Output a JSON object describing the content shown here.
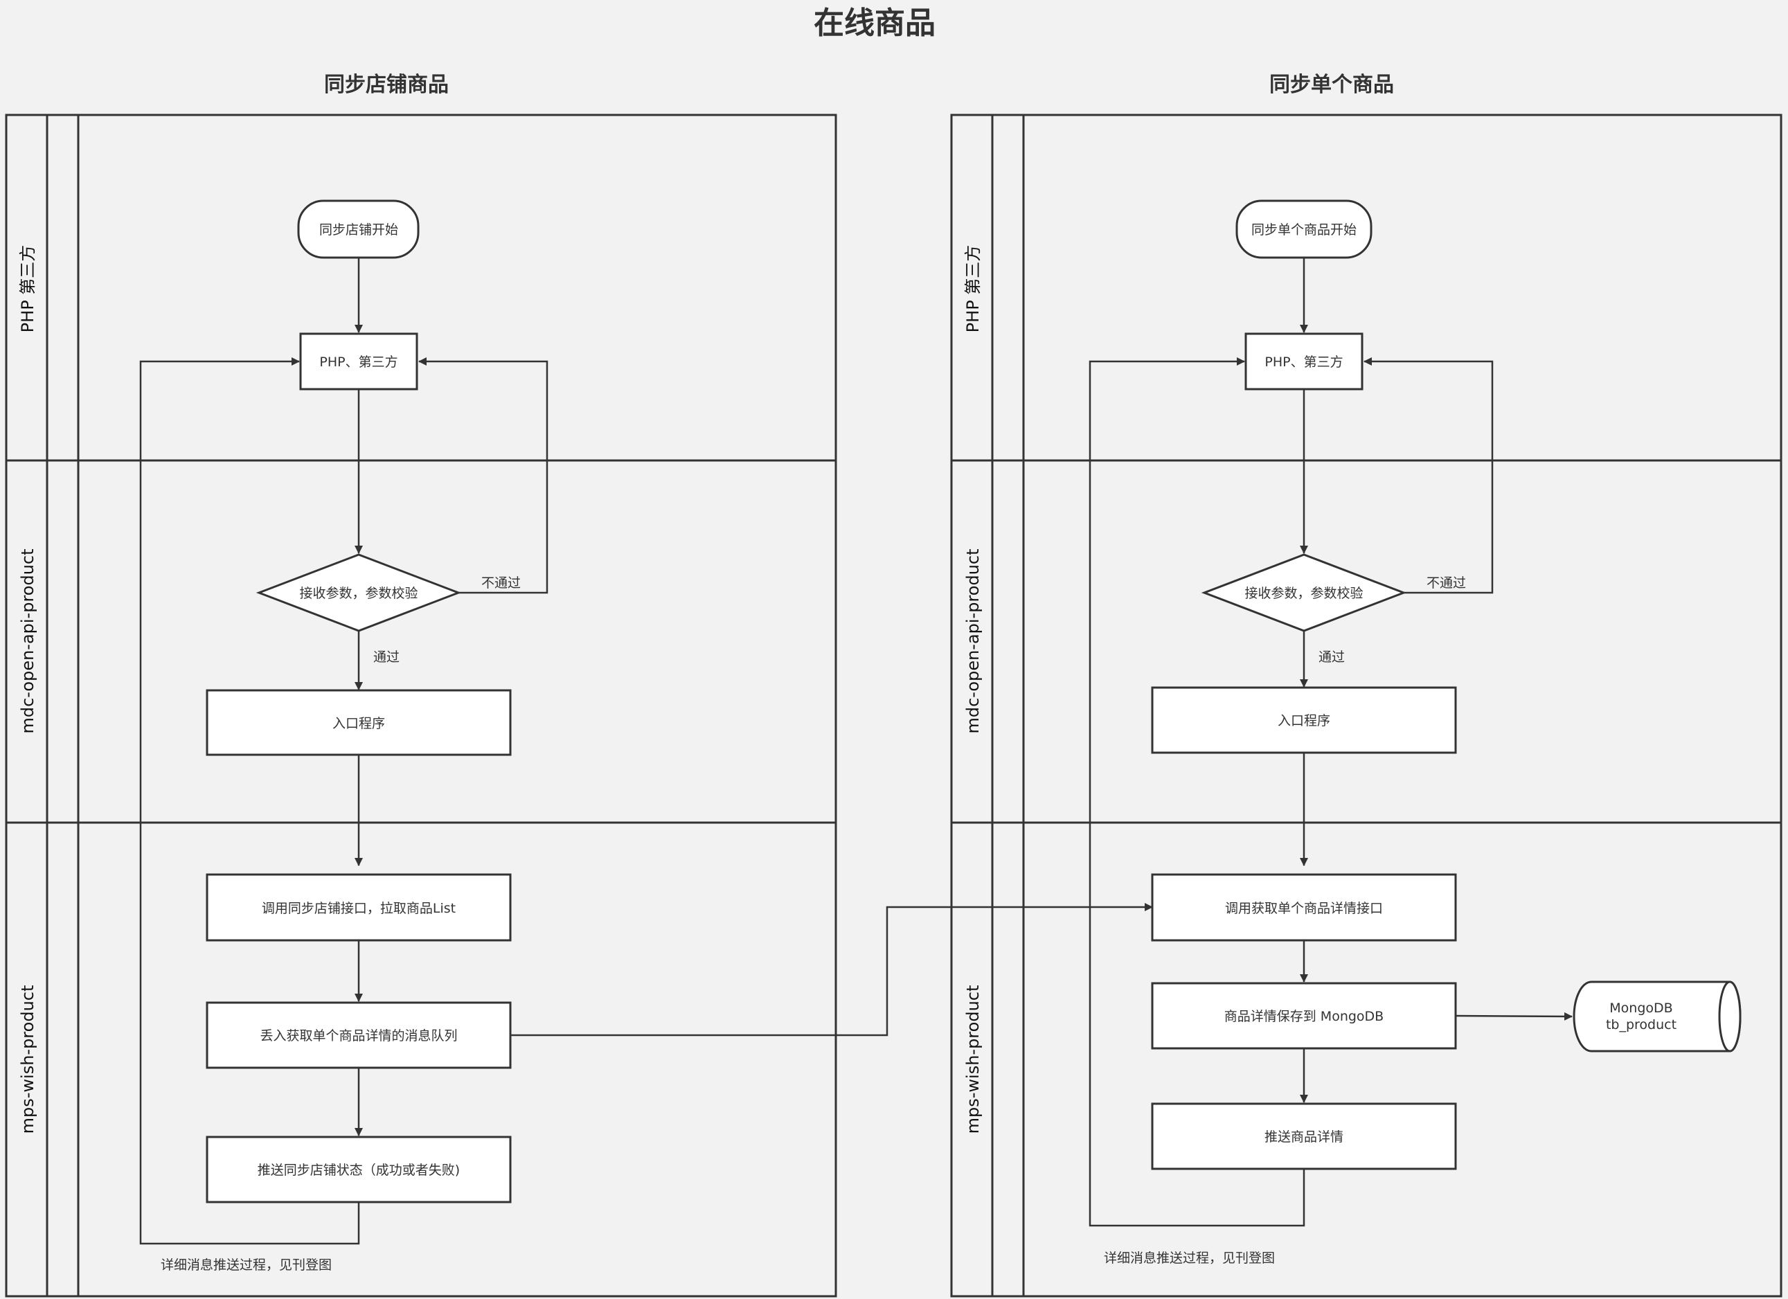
{
  "title": "在线商品",
  "left": {
    "heading": "同步店铺商品",
    "lanes": [
      "PHP  第三方",
      "mdc-open-api-product",
      "mps-wish-product"
    ],
    "nodes": {
      "start": "同步店铺开始",
      "php": "PHP、第三方",
      "check": "接收参数，参数校验",
      "entry": "入口程序",
      "call": "调用同步店铺接口，拉取商品List",
      "queue": "丢入获取单个商品详情的消息队列",
      "push": "推送同步店铺状态（成功或者失败)"
    },
    "edge_labels": {
      "fail": "不通过",
      "pass": "通过"
    },
    "note": "详细消息推送过程，见刊登图"
  },
  "right": {
    "heading": "同步单个商品",
    "lanes": [
      "PHP  第三方",
      "mdc-open-api-product",
      "mps-wish-product"
    ],
    "nodes": {
      "start": "同步单个商品开始",
      "php": "PHP、第三方",
      "check": "接收参数，参数校验",
      "entry": "入口程序",
      "call": "调用获取单个商品详情接口",
      "save": "商品详情保存到 MongoDB",
      "push": "推送商品详情"
    },
    "database": [
      "MongoDB",
      "tb_product"
    ],
    "edge_labels": {
      "fail": "不通过",
      "pass": "通过"
    },
    "note": "详细消息推送过程，见刊登图"
  }
}
